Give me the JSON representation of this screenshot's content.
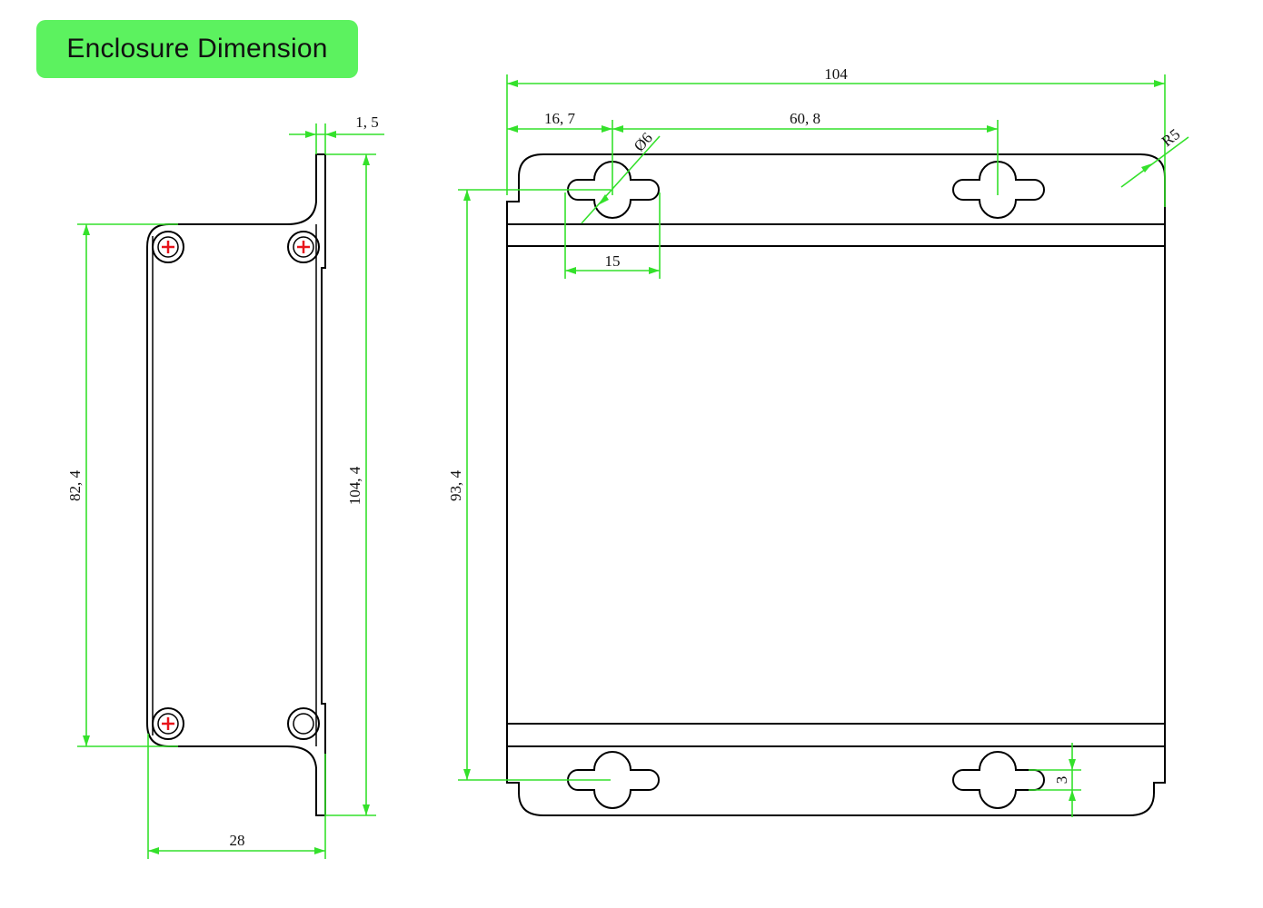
{
  "title": "Enclosure Dimension",
  "colors": {
    "badge": "#5cf25f",
    "dimension_line": "#34e12b",
    "outline": "#000000",
    "screw_cross": "#e8141b"
  },
  "side_view": {
    "height_body": "82, 4",
    "height_total": "104, 4",
    "depth": "28",
    "flange_thickness": "1, 5"
  },
  "front_view": {
    "width": "104",
    "hole_offset": "16, 7",
    "hole_spacing": "60, 8",
    "slot_length": "15",
    "hole_diameter": "Ø6",
    "corner_radius": "R5",
    "hole_vertical_spacing": "93, 4",
    "slot_width": "3"
  }
}
